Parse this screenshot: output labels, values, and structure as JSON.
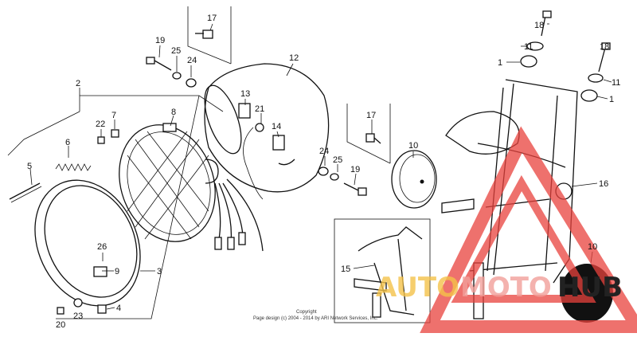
{
  "parts": [
    {
      "id": "label-1a",
      "text": "1"
    },
    {
      "id": "label-1b",
      "text": "1"
    },
    {
      "id": "label-2",
      "text": "2"
    },
    {
      "id": "label-3",
      "text": "3"
    },
    {
      "id": "label-4",
      "text": "4"
    },
    {
      "id": "label-5",
      "text": "5"
    },
    {
      "id": "label-6",
      "text": "6"
    },
    {
      "id": "label-7",
      "text": "7"
    },
    {
      "id": "label-8",
      "text": "8"
    },
    {
      "id": "label-9",
      "text": "9"
    },
    {
      "id": "label-10a",
      "text": "10"
    },
    {
      "id": "label-10b",
      "text": "10"
    },
    {
      "id": "label-11a",
      "text": "11"
    },
    {
      "id": "label-11b",
      "text": "11"
    },
    {
      "id": "label-12",
      "text": "12"
    },
    {
      "id": "label-13",
      "text": "13"
    },
    {
      "id": "label-14",
      "text": "14"
    },
    {
      "id": "label-15",
      "text": "15"
    },
    {
      "id": "label-16",
      "text": "16"
    },
    {
      "id": "label-17a",
      "text": "17"
    },
    {
      "id": "label-17b",
      "text": "17"
    },
    {
      "id": "label-18a",
      "text": "18"
    },
    {
      "id": "label-18b",
      "text": "18"
    },
    {
      "id": "label-19a",
      "text": "19"
    },
    {
      "id": "label-19b",
      "text": "19"
    },
    {
      "id": "label-20",
      "text": "20"
    },
    {
      "id": "label-21",
      "text": "21"
    },
    {
      "id": "label-22",
      "text": "22"
    },
    {
      "id": "label-23",
      "text": "23"
    },
    {
      "id": "label-24a",
      "text": "24"
    },
    {
      "id": "label-24b",
      "text": "24"
    },
    {
      "id": "label-25a",
      "text": "25"
    },
    {
      "id": "label-25b",
      "text": "25"
    },
    {
      "id": "label-26",
      "text": "26"
    }
  ],
  "copyright": {
    "line1": "Copyright",
    "line2": "Page design (c) 2004 - 2014 by ARI Network Services, Inc."
  },
  "watermark": {
    "part1": "AUTO",
    "part2": "MOTO",
    "part3": "HUB",
    "color_auto": "#f5c34a",
    "color_moto": "#f2a09a",
    "color_hub": "#222222",
    "triangle_color": "#e8413c"
  }
}
